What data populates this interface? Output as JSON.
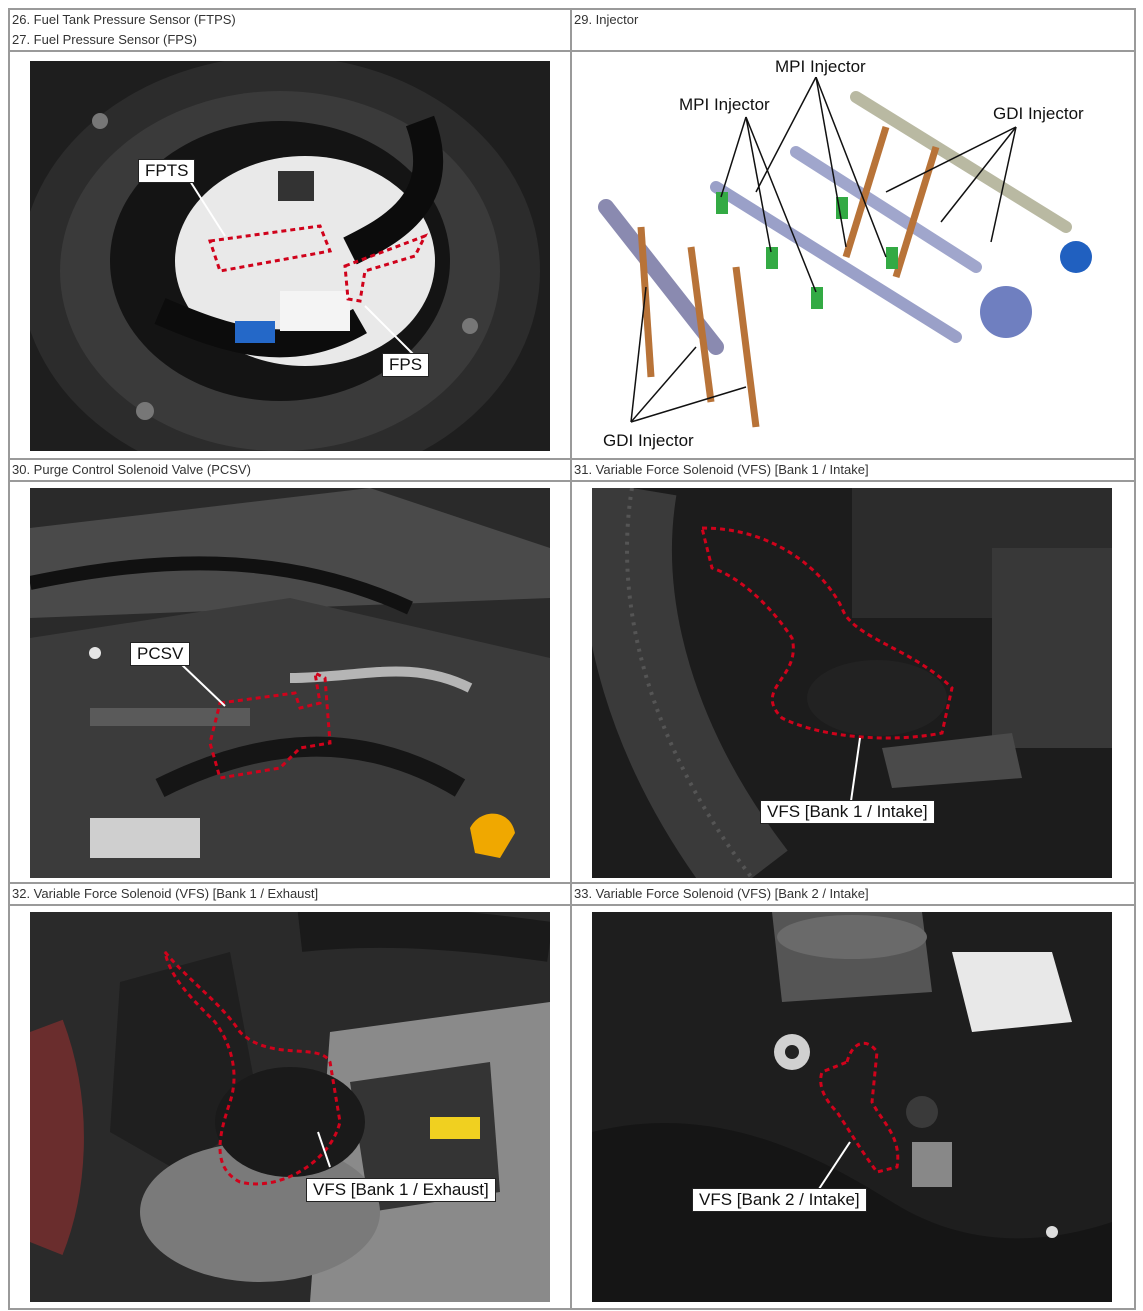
{
  "rows": [
    {
      "left": {
        "captions": [
          "26. Fuel Tank Pressure Sensor (FTPS)",
          "27. Fuel Pressure Sensor (FPS)"
        ]
      },
      "right": {
        "captions": [
          "29. Injector"
        ]
      }
    },
    {
      "left": {
        "captions": [
          "30. Purge Control Solenoid Valve (PCSV)"
        ]
      },
      "right": {
        "captions": [
          "31. Variable Force Solenoid (VFS) [Bank 1 / Intake]"
        ]
      }
    },
    {
      "left": {
        "captions": [
          "32. Variable Force Solenoid (VFS) [Bank 1 / Exhaust]"
        ]
      },
      "right": {
        "captions": [
          "33. Variable Force Solenoid (VFS) [Bank 2 / Intake]"
        ]
      }
    }
  ],
  "labels": {
    "fpts": "FPTS",
    "fps": "FPS",
    "mpi_top": "MPI Injector",
    "mpi_left": "MPI Injector",
    "gdi_right": "GDI Injector",
    "gdi_bottom": "GDI Injector",
    "pcsv": "PCSV",
    "vfs_b1_intake": "VFS [Bank 1 / Intake]",
    "vfs_b1_exhaust": "VFS [Bank 1 / Exhaust]",
    "vfs_b2_intake": "VFS [Bank 2 / Intake]"
  },
  "colors": {
    "highlight": "#d0021b",
    "border": "#9a9a9a"
  }
}
